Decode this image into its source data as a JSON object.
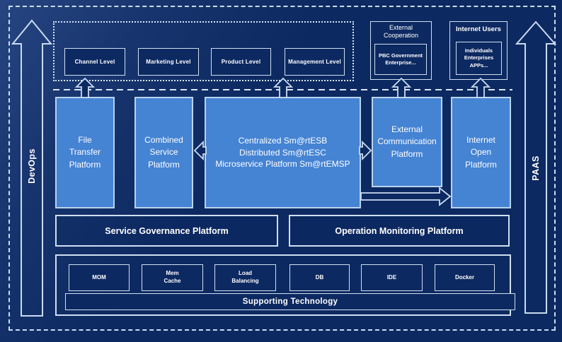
{
  "rails": {
    "devops": "DevOps",
    "paas": "PAAS"
  },
  "levels": [
    "Channel Level",
    "Marketing Level",
    "Product Level",
    "Management Level"
  ],
  "top_right": {
    "external_cooperation": {
      "title": "External\nCooperation",
      "members": "PBC Government\nEnterprise..."
    },
    "internet_users": {
      "title": "Internet Users",
      "members": "Individuals\nEnterprises\nAPPs..."
    }
  },
  "platforms": {
    "file_transfer": "File\nTransfer\nPlatform",
    "combined_service": "Combined\nService\nPlatform",
    "esb": "Centralized Sm@rtESB\nDistributed Sm@rtESC\nMicroservice Platform Sm@rtEMSP",
    "external_communication": "External\nCommunication\nPlatform",
    "internet_open": "Internet\nOpen\nPlatform"
  },
  "management_row": {
    "service_governance": "Service Governance Platform",
    "operation_monitoring": "Operation Monitoring Platform"
  },
  "supporting": {
    "technologies": [
      "MOM",
      "Mem\nCache",
      "Load\nBalancing",
      "DB",
      "IDE",
      "Docker"
    ],
    "bar_label": "Supporting Technology"
  },
  "colors": {
    "background": "#0d2961",
    "platform_fill": "#4583d3",
    "line": "#cfdff2"
  }
}
